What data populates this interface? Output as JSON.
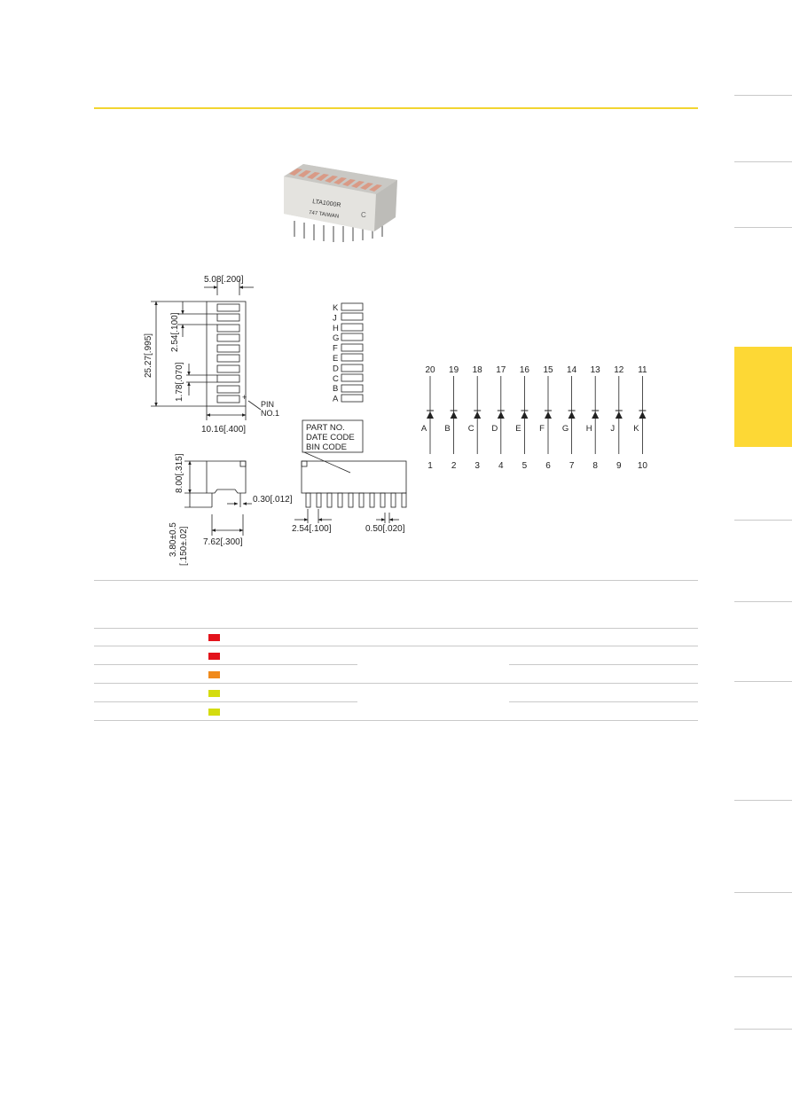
{
  "colors": {
    "accent": "#f2d531",
    "side_tab": "#fdd835",
    "rule": "#c9c9c9"
  },
  "photo": {
    "part_marking": "LTA1000R",
    "date_marking": "747 TAIWAN",
    "bin_marking": "C"
  },
  "drawing": {
    "dim_top_width": "5.08[.200]",
    "dim_height": "25.27[.995]",
    "dim_pitch": "2.54[.100]",
    "dim_segment": "1.78[.070]",
    "dim_body_width": "10.16[.400]",
    "pin_label": "PIN",
    "pin_no": "NO.1",
    "pin_mark": "+",
    "segment_letters": [
      "K",
      "J",
      "H",
      "G",
      "F",
      "E",
      "D",
      "C",
      "B",
      "A"
    ],
    "label_box_lines": [
      "PART NO.",
      "DATE CODE",
      "BIN CODE"
    ],
    "dim_depth": "8.00[.315]",
    "dim_lead_thickness": "0.30[.012]",
    "dim_lead_length": "3.80±0.5",
    "dim_lead_length_in": "[.150±.02]",
    "dim_row_spacing": "7.62[.300]",
    "dim_lead_pitch": "2.54[.100]",
    "dim_lead_width": "0.50[.020]"
  },
  "circuit": {
    "anode_pins": [
      "20",
      "19",
      "18",
      "17",
      "16",
      "15",
      "14",
      "13",
      "12",
      "11"
    ],
    "segments": [
      "A",
      "B",
      "C",
      "D",
      "E",
      "F",
      "G",
      "H",
      "J",
      "K"
    ],
    "cathode_pins": [
      "1",
      "2",
      "3",
      "4",
      "5",
      "6",
      "7",
      "8",
      "9",
      "10"
    ]
  },
  "table": {
    "rows": [
      {
        "swatch_color": "#e3131b",
        "split": false
      },
      {
        "swatch_color": "#e3131b",
        "split": true
      },
      {
        "swatch_color": "#f08a1c",
        "split": false
      },
      {
        "swatch_color": "#d4dc0f",
        "split": true
      },
      {
        "swatch_color": "#d4dc0f",
        "split": false
      }
    ]
  }
}
